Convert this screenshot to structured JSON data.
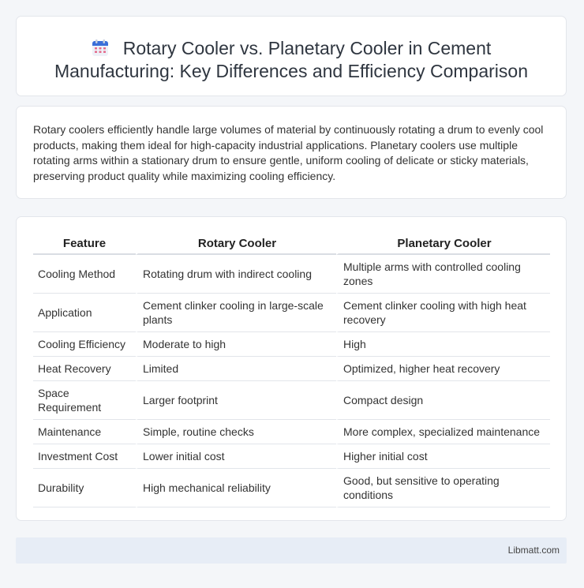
{
  "header": {
    "icon": "calendar-icon",
    "title": "Rotary Cooler vs. Planetary Cooler in Cement Manufacturing: Key Differences and Efficiency Comparison"
  },
  "summary": "Rotary coolers efficiently handle large volumes of material by continuously rotating a drum to evenly cool products, making them ideal for high-capacity industrial applications. Planetary coolers use multiple rotating arms within a stationary drum to ensure gentle, uniform cooling of delicate or sticky materials, preserving product quality while maximizing cooling efficiency.",
  "table": {
    "headers": [
      "Feature",
      "Rotary Cooler",
      "Planetary Cooler"
    ],
    "rows": [
      [
        "Cooling Method",
        "Rotating drum with indirect cooling",
        "Multiple arms with controlled cooling zones"
      ],
      [
        "Application",
        "Cement clinker cooling in large-scale plants",
        "Cement clinker cooling with high heat recovery"
      ],
      [
        "Cooling Efficiency",
        "Moderate to high",
        "High"
      ],
      [
        "Heat Recovery",
        "Limited",
        "Optimized, higher heat recovery"
      ],
      [
        "Space Requirement",
        "Larger footprint",
        "Compact design"
      ],
      [
        "Maintenance",
        "Simple, routine checks",
        "More complex, specialized maintenance"
      ],
      [
        "Investment Cost",
        "Lower initial cost",
        "Higher initial cost"
      ],
      [
        "Durability",
        "High mechanical reliability",
        "Good, but sensitive to operating conditions"
      ]
    ]
  },
  "footer": {
    "brand": "Libmatt.com"
  }
}
